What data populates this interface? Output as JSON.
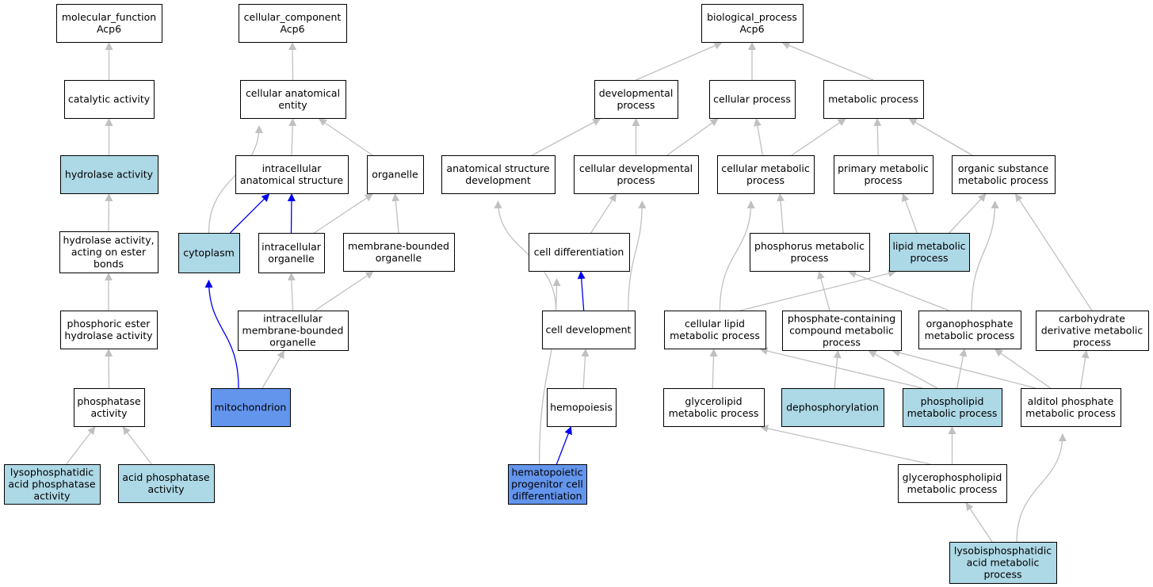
{
  "colors": {
    "plain": "#ffffff",
    "light": "#add8e6",
    "highlight": "#6495ed",
    "edge_grey": "#c0c0c0",
    "edge_blue": "#0000ee"
  },
  "nodes": [
    {
      "id": "molecular_function",
      "lines": [
        "molecular_function",
        "Acp6"
      ],
      "style": "plain"
    },
    {
      "id": "catalytic_activity",
      "lines": [
        "catalytic activity"
      ],
      "style": "plain"
    },
    {
      "id": "hydrolase_activity",
      "lines": [
        "hydrolase activity"
      ],
      "style": "light"
    },
    {
      "id": "hydrolase_ester",
      "lines": [
        "hydrolase activity,",
        "acting on ester",
        "bonds"
      ],
      "style": "plain"
    },
    {
      "id": "phosphoric_ester",
      "lines": [
        "phosphoric ester",
        "hydrolase activity"
      ],
      "style": "plain"
    },
    {
      "id": "phosphatase_activity",
      "lines": [
        "phosphatase",
        "activity"
      ],
      "style": "plain"
    },
    {
      "id": "lpa_phosphatase",
      "lines": [
        "lysophosphatidic",
        "acid phosphatase",
        "activity"
      ],
      "style": "light"
    },
    {
      "id": "acid_phosphatase",
      "lines": [
        "acid phosphatase",
        "activity"
      ],
      "style": "light"
    },
    {
      "id": "cellular_component",
      "lines": [
        "cellular_component",
        "Acp6"
      ],
      "style": "plain"
    },
    {
      "id": "cellular_anatomical_entity",
      "lines": [
        "cellular anatomical",
        "entity"
      ],
      "style": "plain"
    },
    {
      "id": "intracellular_anatomical",
      "lines": [
        "intracellular",
        "anatomical structure"
      ],
      "style": "plain"
    },
    {
      "id": "organelle",
      "lines": [
        "organelle"
      ],
      "style": "plain"
    },
    {
      "id": "cytoplasm",
      "lines": [
        "cytoplasm"
      ],
      "style": "light"
    },
    {
      "id": "intracellular_organelle",
      "lines": [
        "intracellular",
        "organelle"
      ],
      "style": "plain"
    },
    {
      "id": "membrane_bounded_organelle",
      "lines": [
        "membrane-bounded",
        "organelle"
      ],
      "style": "plain"
    },
    {
      "id": "intracellular_mbo",
      "lines": [
        "intracellular",
        "membrane-bounded",
        "organelle"
      ],
      "style": "plain"
    },
    {
      "id": "mitochondrion",
      "lines": [
        "mitochondrion"
      ],
      "style": "highlight"
    },
    {
      "id": "biological_process",
      "lines": [
        "biological_process",
        "Acp6"
      ],
      "style": "plain"
    },
    {
      "id": "developmental_process",
      "lines": [
        "developmental",
        "process"
      ],
      "style": "plain"
    },
    {
      "id": "cellular_process",
      "lines": [
        "cellular process"
      ],
      "style": "plain"
    },
    {
      "id": "metabolic_process",
      "lines": [
        "metabolic process"
      ],
      "style": "plain"
    },
    {
      "id": "anatomical_structure_dev",
      "lines": [
        "anatomical structure",
        "development"
      ],
      "style": "plain"
    },
    {
      "id": "cellular_developmental",
      "lines": [
        "cellular developmental",
        "process"
      ],
      "style": "plain"
    },
    {
      "id": "cellular_metabolic",
      "lines": [
        "cellular metabolic",
        "process"
      ],
      "style": "plain"
    },
    {
      "id": "primary_metabolic",
      "lines": [
        "primary metabolic",
        "process"
      ],
      "style": "plain"
    },
    {
      "id": "organic_substance",
      "lines": [
        "organic substance",
        "metabolic process"
      ],
      "style": "plain"
    },
    {
      "id": "cell_differentiation",
      "lines": [
        "cell differentiation"
      ],
      "style": "plain"
    },
    {
      "id": "phosphorus_metabolic",
      "lines": [
        "phosphorus metabolic",
        "process"
      ],
      "style": "plain"
    },
    {
      "id": "lipid_metabolic",
      "lines": [
        "lipid metabolic",
        "process"
      ],
      "style": "light"
    },
    {
      "id": "cell_development",
      "lines": [
        "cell development"
      ],
      "style": "plain"
    },
    {
      "id": "cellular_lipid",
      "lines": [
        "cellular lipid",
        "metabolic process"
      ],
      "style": "plain"
    },
    {
      "id": "phosphate_containing",
      "lines": [
        "phosphate-containing",
        "compound metabolic",
        "process"
      ],
      "style": "plain"
    },
    {
      "id": "organophosphate",
      "lines": [
        "organophosphate",
        "metabolic process"
      ],
      "style": "plain"
    },
    {
      "id": "carbohydrate_derivative",
      "lines": [
        "carbohydrate",
        "derivative metabolic",
        "process"
      ],
      "style": "plain"
    },
    {
      "id": "hemopoiesis",
      "lines": [
        "hemopoiesis"
      ],
      "style": "plain"
    },
    {
      "id": "glycerolipid",
      "lines": [
        "glycerolipid",
        "metabolic process"
      ],
      "style": "plain"
    },
    {
      "id": "dephosphorylation",
      "lines": [
        "dephosphorylation"
      ],
      "style": "light"
    },
    {
      "id": "phospholipid",
      "lines": [
        "phospholipid",
        "metabolic process"
      ],
      "style": "light"
    },
    {
      "id": "alditol_phosphate",
      "lines": [
        "alditol phosphate",
        "metabolic process"
      ],
      "style": "plain"
    },
    {
      "id": "hematopoietic",
      "lines": [
        "hematopoietic",
        "progenitor cell",
        "differentiation"
      ],
      "style": "highlight"
    },
    {
      "id": "glycerophospholipid",
      "lines": [
        "glycerophospholipid",
        "metabolic process"
      ],
      "style": "plain"
    },
    {
      "id": "lysobisphosphatidic",
      "lines": [
        "lysobisphosphatidic",
        "acid metabolic",
        "process"
      ],
      "style": "light"
    }
  ],
  "edges": [
    {
      "from": "catalytic_activity",
      "to": "molecular_function",
      "type": "grey"
    },
    {
      "from": "hydrolase_activity",
      "to": "catalytic_activity",
      "type": "grey"
    },
    {
      "from": "hydrolase_ester",
      "to": "hydrolase_activity",
      "type": "grey"
    },
    {
      "from": "phosphoric_ester",
      "to": "hydrolase_ester",
      "type": "grey"
    },
    {
      "from": "phosphatase_activity",
      "to": "phosphoric_ester",
      "type": "grey"
    },
    {
      "from": "lpa_phosphatase",
      "to": "phosphatase_activity",
      "type": "grey"
    },
    {
      "from": "acid_phosphatase",
      "to": "phosphatase_activity",
      "type": "grey"
    },
    {
      "from": "cellular_anatomical_entity",
      "to": "cellular_component",
      "type": "grey"
    },
    {
      "from": "intracellular_anatomical",
      "to": "cellular_anatomical_entity",
      "type": "grey"
    },
    {
      "from": "organelle",
      "to": "cellular_anatomical_entity",
      "type": "grey"
    },
    {
      "from": "cytoplasm",
      "to": "cellular_anatomical_entity",
      "type": "grey"
    },
    {
      "from": "cytoplasm",
      "to": "intracellular_anatomical",
      "type": "blue"
    },
    {
      "from": "intracellular_organelle",
      "to": "intracellular_anatomical",
      "type": "blue"
    },
    {
      "from": "intracellular_organelle",
      "to": "organelle",
      "type": "grey"
    },
    {
      "from": "membrane_bounded_organelle",
      "to": "organelle",
      "type": "grey"
    },
    {
      "from": "intracellular_mbo",
      "to": "intracellular_organelle",
      "type": "grey"
    },
    {
      "from": "intracellular_mbo",
      "to": "membrane_bounded_organelle",
      "type": "grey"
    },
    {
      "from": "mitochondrion",
      "to": "cytoplasm",
      "type": "blue"
    },
    {
      "from": "mitochondrion",
      "to": "intracellular_mbo",
      "type": "grey"
    },
    {
      "from": "developmental_process",
      "to": "biological_process",
      "type": "grey"
    },
    {
      "from": "cellular_process",
      "to": "biological_process",
      "type": "grey"
    },
    {
      "from": "metabolic_process",
      "to": "biological_process",
      "type": "grey"
    },
    {
      "from": "anatomical_structure_dev",
      "to": "developmental_process",
      "type": "grey"
    },
    {
      "from": "cellular_developmental",
      "to": "developmental_process",
      "type": "grey"
    },
    {
      "from": "cellular_developmental",
      "to": "cellular_process",
      "type": "grey"
    },
    {
      "from": "cellular_metabolic",
      "to": "cellular_process",
      "type": "grey"
    },
    {
      "from": "cellular_metabolic",
      "to": "metabolic_process",
      "type": "grey"
    },
    {
      "from": "primary_metabolic",
      "to": "metabolic_process",
      "type": "grey"
    },
    {
      "from": "organic_substance",
      "to": "metabolic_process",
      "type": "grey"
    },
    {
      "from": "cell_differentiation",
      "to": "cellular_developmental",
      "type": "grey"
    },
    {
      "from": "cell_development",
      "to": "cell_differentiation",
      "type": "blue"
    },
    {
      "from": "cell_development",
      "to": "anatomical_structure_dev",
      "type": "grey"
    },
    {
      "from": "cell_development",
      "to": "cellular_developmental",
      "type": "grey"
    },
    {
      "from": "hemopoiesis",
      "to": "cell_development",
      "type": "grey"
    },
    {
      "from": "hematopoietic",
      "to": "hemopoiesis",
      "type": "blue"
    },
    {
      "from": "hematopoietic",
      "to": "cell_differentiation",
      "type": "grey"
    },
    {
      "from": "phosphorus_metabolic",
      "to": "cellular_metabolic",
      "type": "grey"
    },
    {
      "from": "lipid_metabolic",
      "to": "primary_metabolic",
      "type": "grey"
    },
    {
      "from": "lipid_metabolic",
      "to": "organic_substance",
      "type": "grey"
    },
    {
      "from": "cellular_lipid",
      "to": "cellular_metabolic",
      "type": "grey"
    },
    {
      "from": "cellular_lipid",
      "to": "lipid_metabolic",
      "type": "grey"
    },
    {
      "from": "phosphate_containing",
      "to": "phosphorus_metabolic",
      "type": "grey"
    },
    {
      "from": "organophosphate",
      "to": "phosphorus_metabolic",
      "type": "grey"
    },
    {
      "from": "organophosphate",
      "to": "organic_substance",
      "type": "grey"
    },
    {
      "from": "carbohydrate_derivative",
      "to": "organic_substance",
      "type": "grey"
    },
    {
      "from": "glycerolipid",
      "to": "cellular_lipid",
      "type": "grey"
    },
    {
      "from": "dephosphorylation",
      "to": "phosphate_containing",
      "type": "grey"
    },
    {
      "from": "phospholipid",
      "to": "cellular_lipid",
      "type": "grey"
    },
    {
      "from": "phospholipid",
      "to": "phosphate_containing",
      "type": "grey"
    },
    {
      "from": "phospholipid",
      "to": "organophosphate",
      "type": "grey"
    },
    {
      "from": "alditol_phosphate",
      "to": "phosphate_containing",
      "type": "grey"
    },
    {
      "from": "alditol_phosphate",
      "to": "organophosphate",
      "type": "grey"
    },
    {
      "from": "alditol_phosphate",
      "to": "carbohydrate_derivative",
      "type": "grey"
    },
    {
      "from": "glycerophospholipid",
      "to": "glycerolipid",
      "type": "grey"
    },
    {
      "from": "glycerophospholipid",
      "to": "phospholipid",
      "type": "grey"
    },
    {
      "from": "lysobisphosphatidic",
      "to": "glycerophospholipid",
      "type": "grey"
    },
    {
      "from": "lysobisphosphatidic",
      "to": "alditol_phosphate",
      "type": "grey"
    }
  ]
}
